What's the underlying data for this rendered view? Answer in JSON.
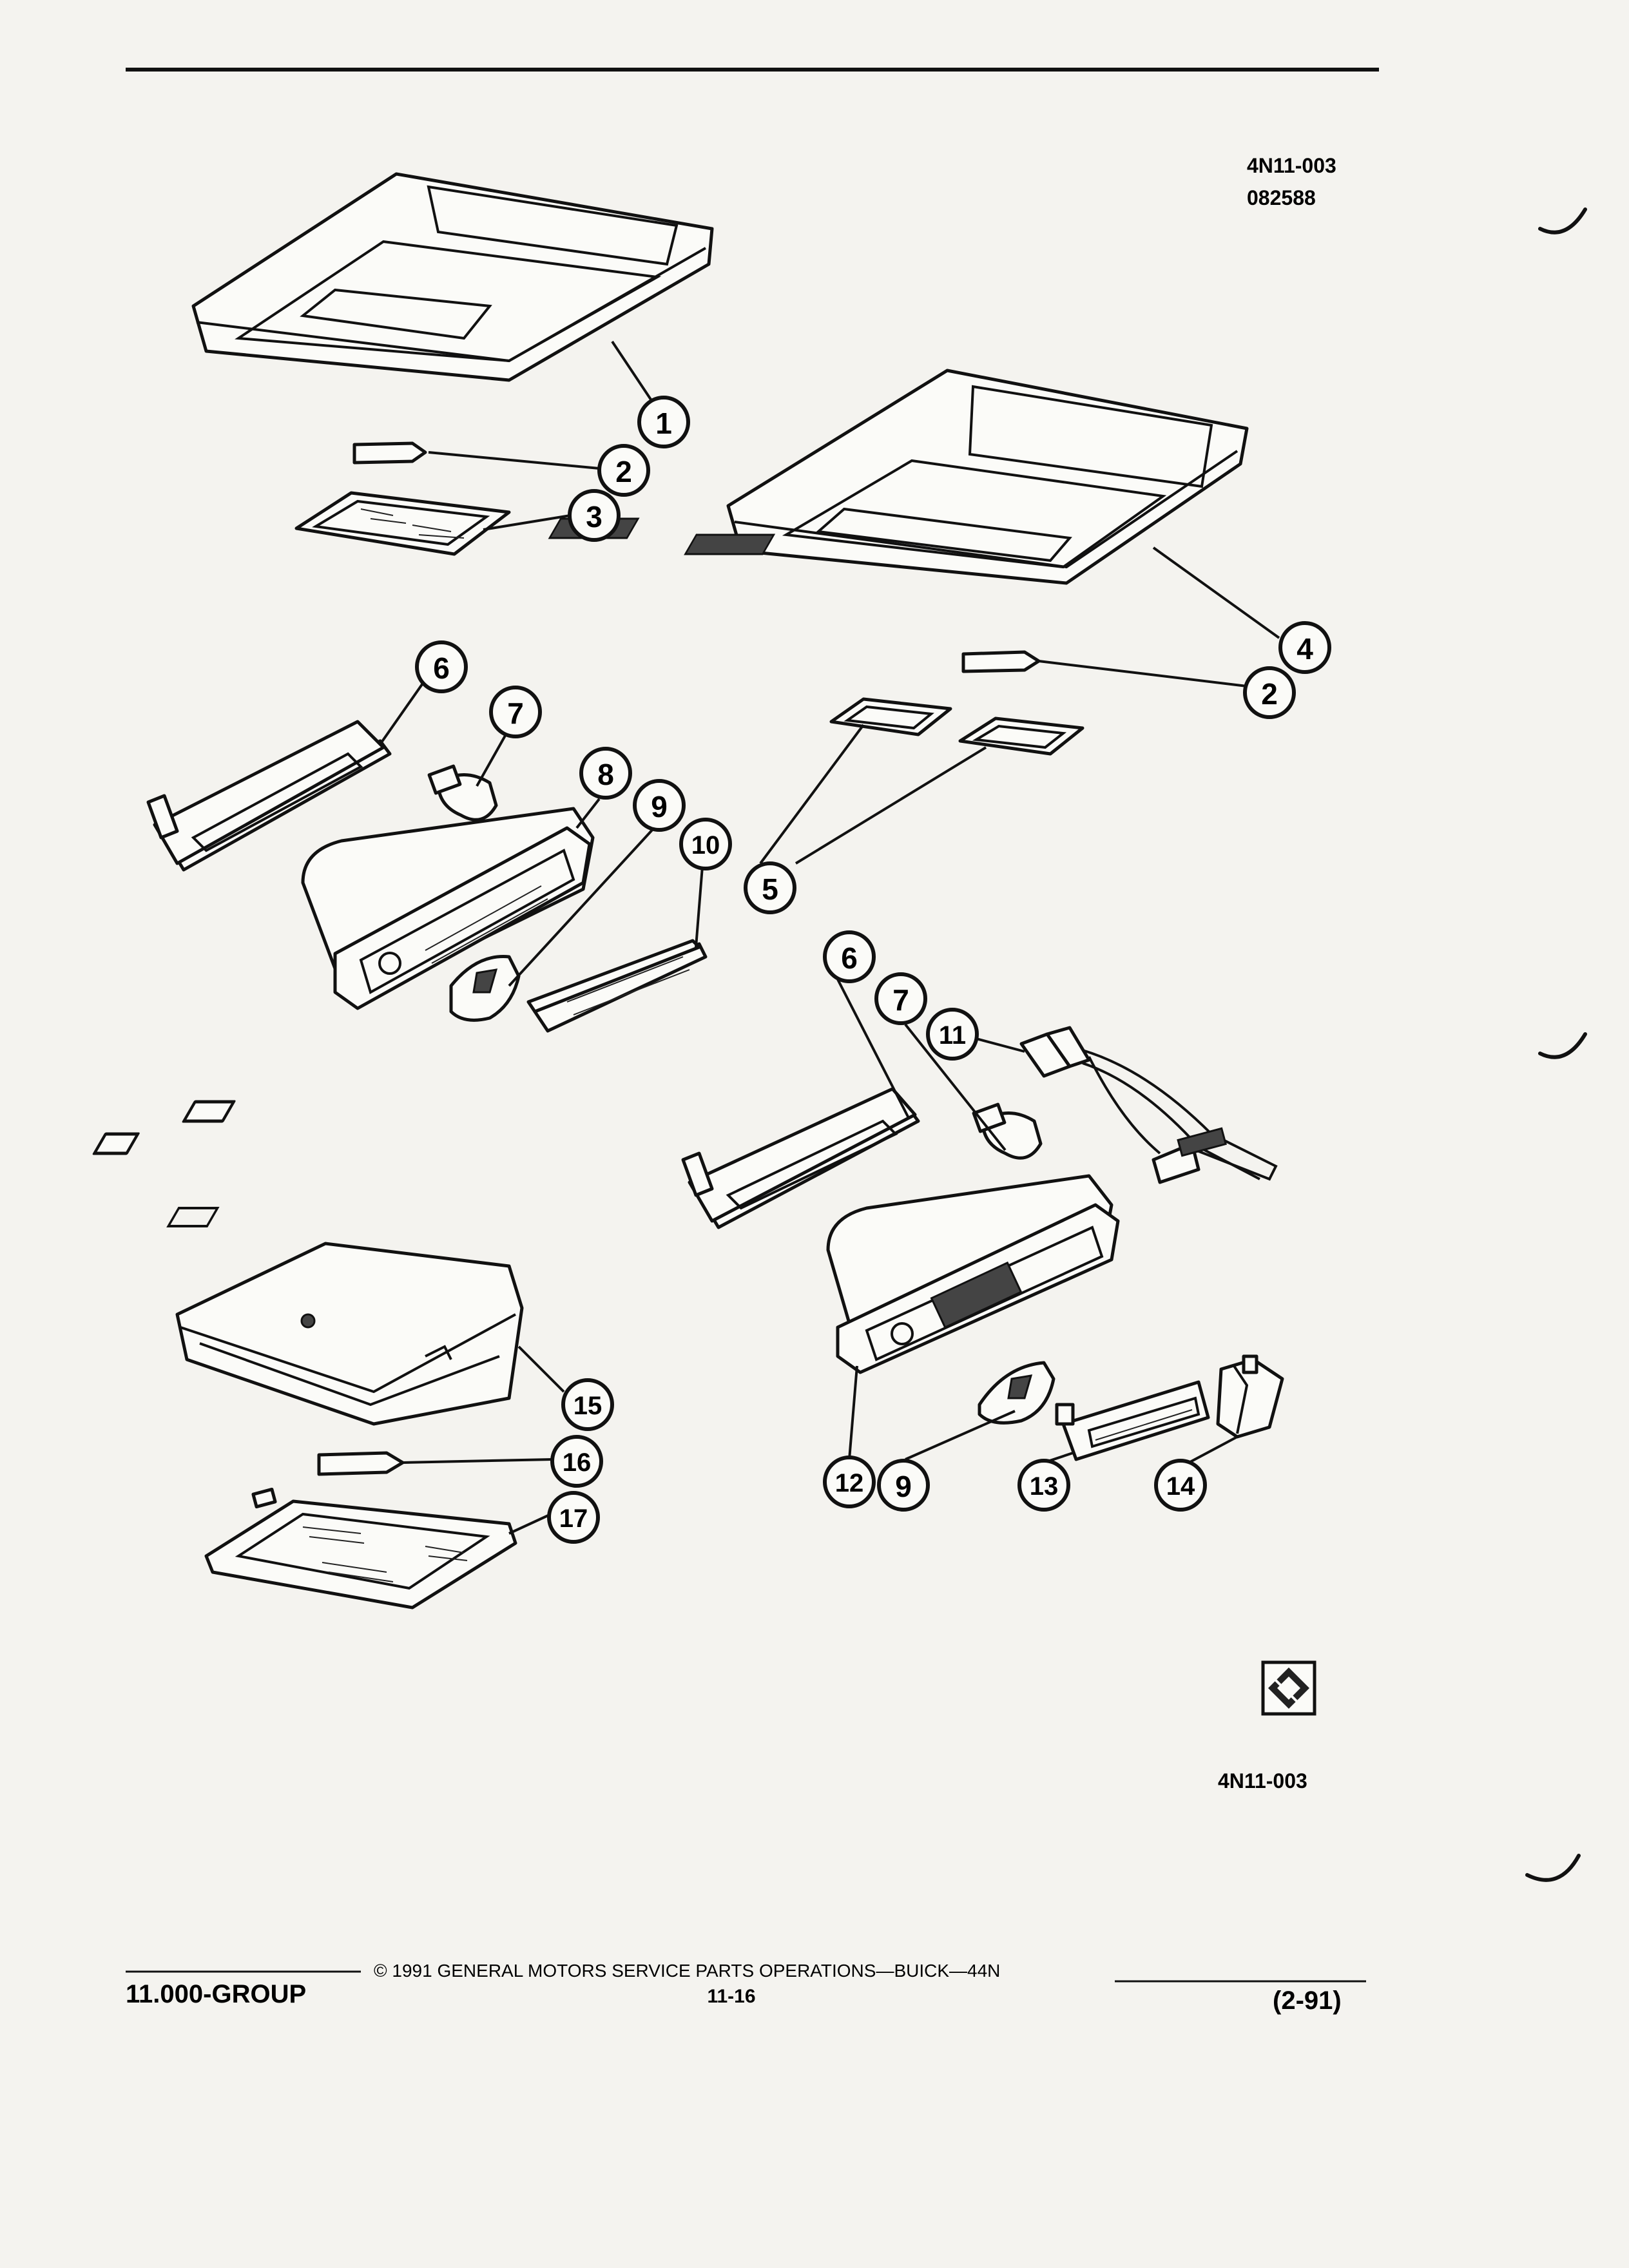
{
  "header": {
    "code": "4N11-003",
    "date": "082588"
  },
  "figure_code": "4N11-003",
  "callouts": [
    {
      "id": "c1",
      "label": "1"
    },
    {
      "id": "c2a",
      "label": "2"
    },
    {
      "id": "c3",
      "label": "3"
    },
    {
      "id": "c4",
      "label": "4"
    },
    {
      "id": "c2b",
      "label": "2"
    },
    {
      "id": "c6a",
      "label": "6"
    },
    {
      "id": "c7a",
      "label": "7"
    },
    {
      "id": "c8",
      "label": "8"
    },
    {
      "id": "c9a",
      "label": "9"
    },
    {
      "id": "c10",
      "label": "10"
    },
    {
      "id": "c5",
      "label": "5"
    },
    {
      "id": "c6b",
      "label": "6"
    },
    {
      "id": "c7b",
      "label": "7"
    },
    {
      "id": "c11",
      "label": "11"
    },
    {
      "id": "c15",
      "label": "15"
    },
    {
      "id": "c16",
      "label": "16"
    },
    {
      "id": "c17",
      "label": "17"
    },
    {
      "id": "c12",
      "label": "12"
    },
    {
      "id": "c9b",
      "label": "9"
    },
    {
      "id": "c13",
      "label": "13"
    },
    {
      "id": "c14",
      "label": "14"
    }
  ],
  "footer": {
    "group": "11.000-GROUP",
    "copyright": "© 1991 GENERAL MOTORS SERVICE PARTS OPERATIONS—BUICK—44N",
    "page": "11-16",
    "revision": "(2-91)"
  }
}
